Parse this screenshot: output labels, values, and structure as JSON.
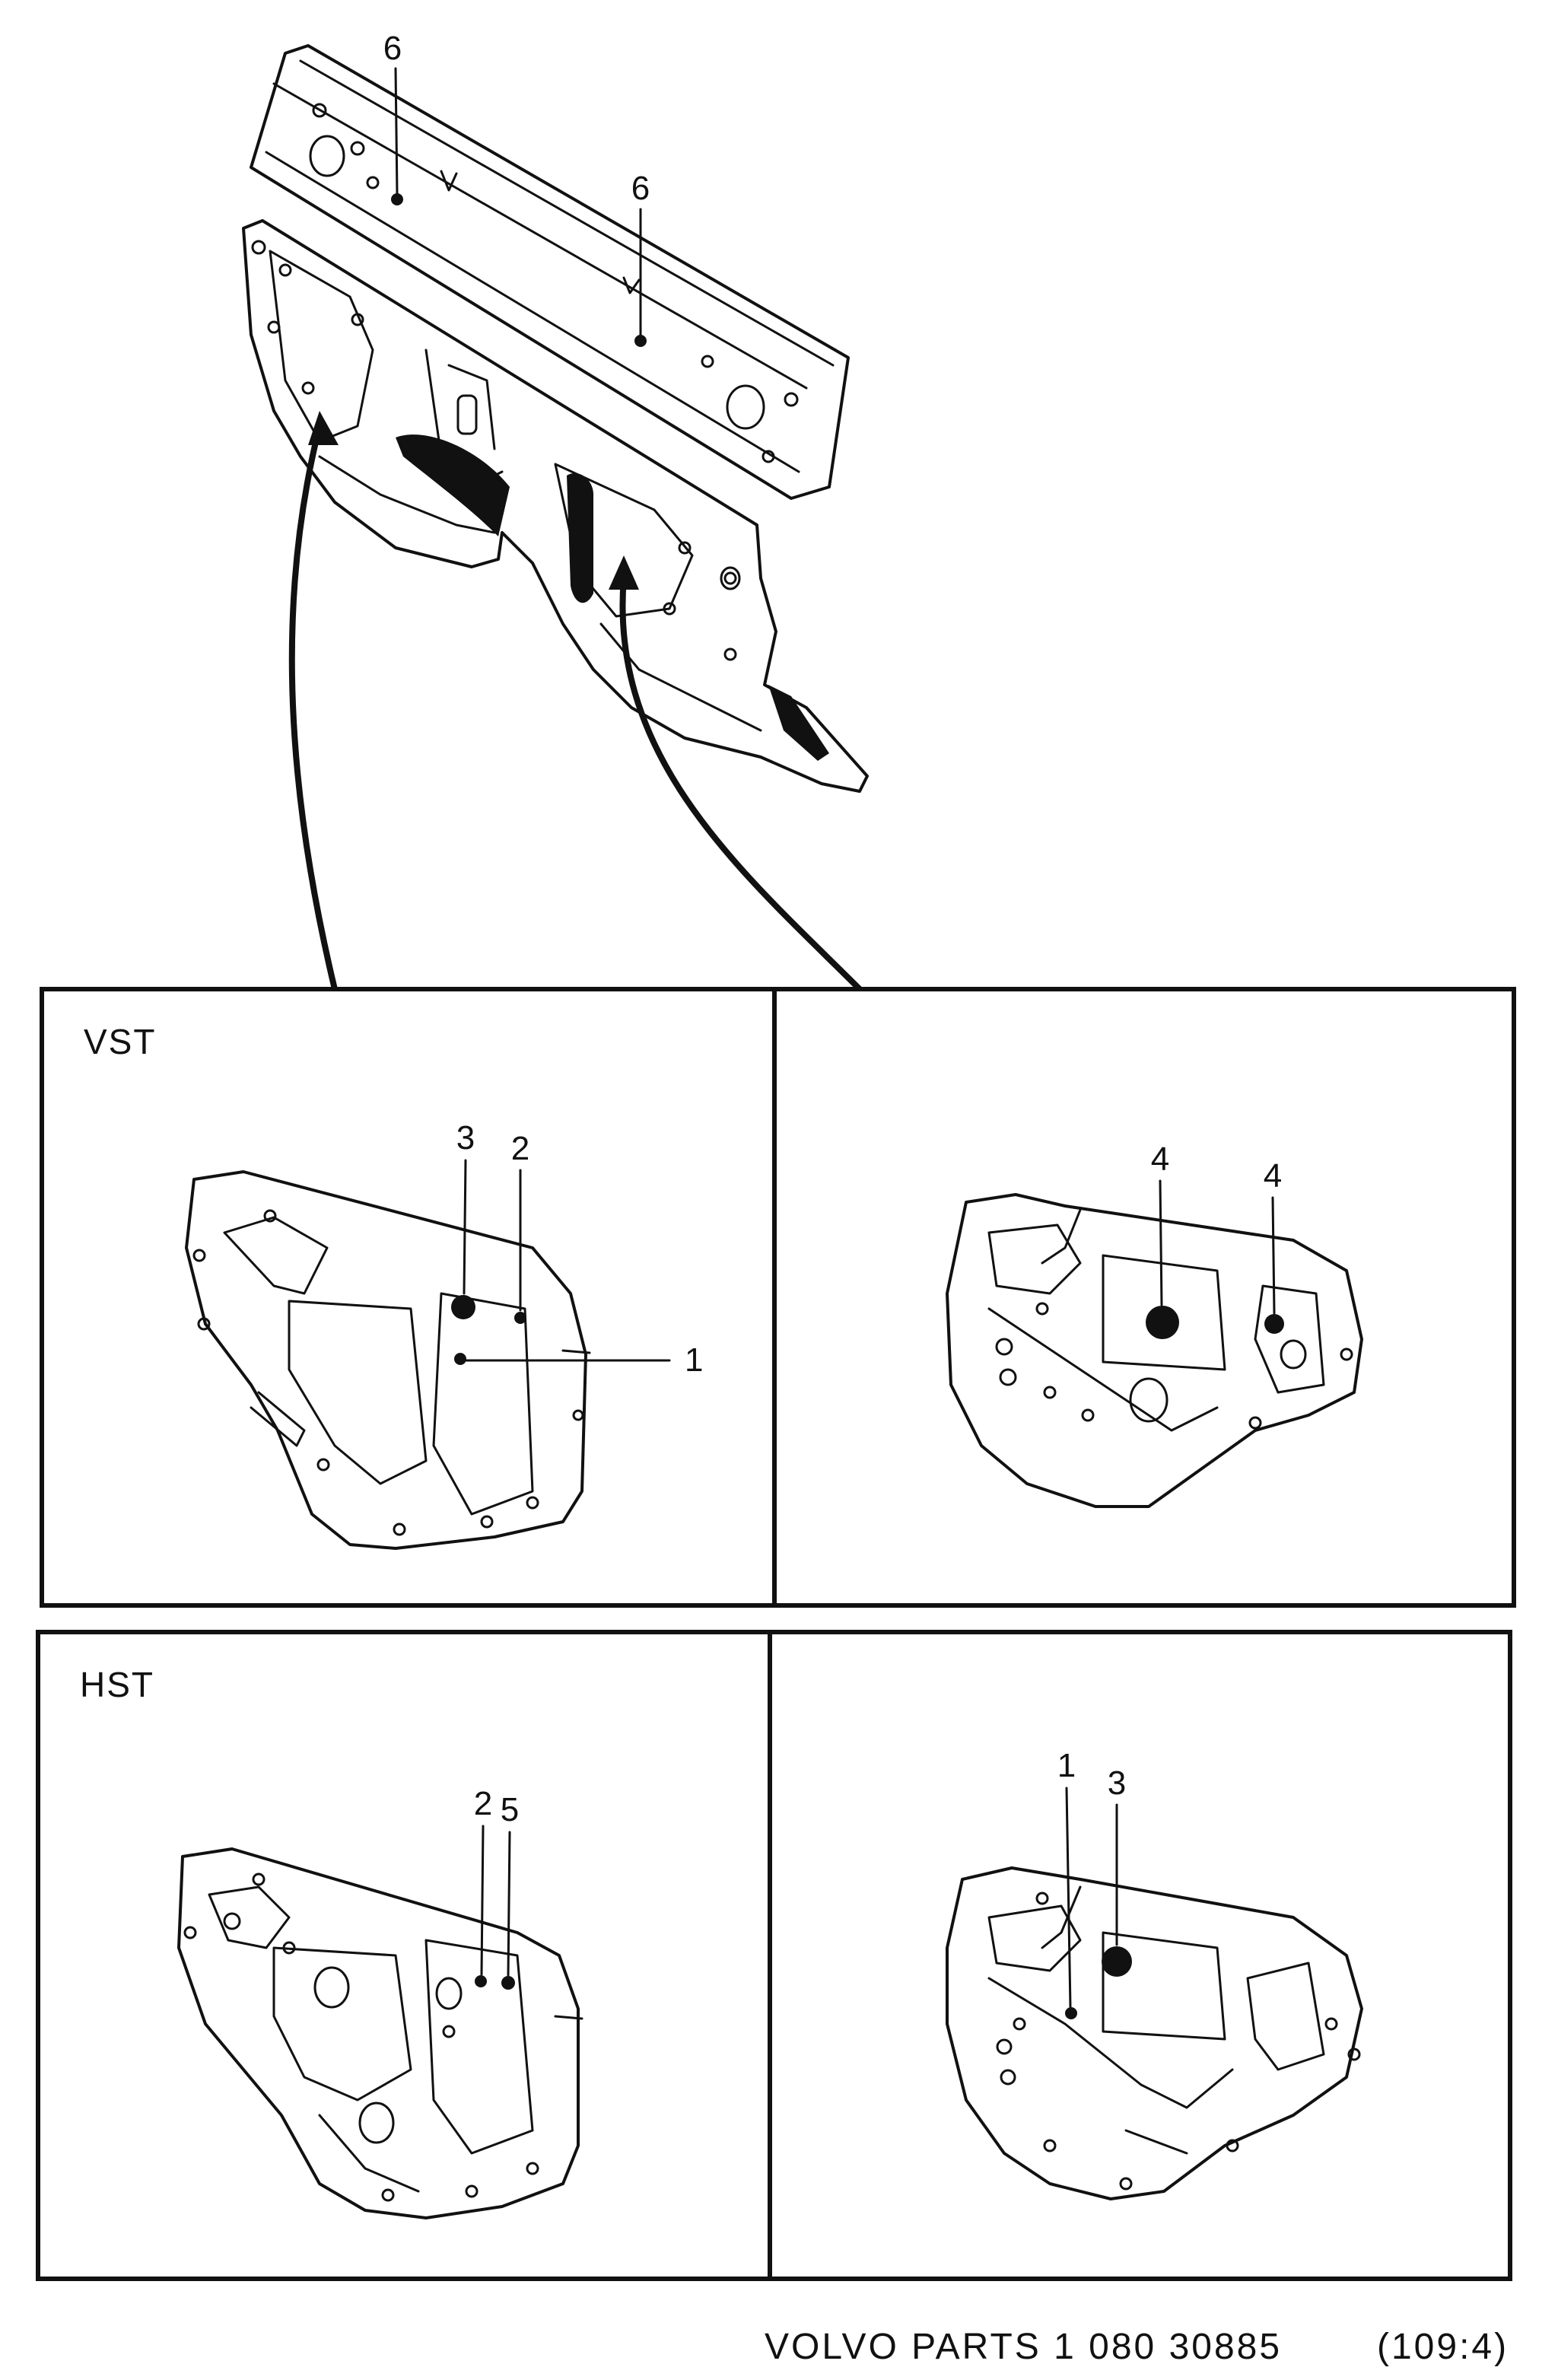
{
  "callouts": {
    "top_left": "6",
    "top_right": "6",
    "vst_left_3": "3",
    "vst_left_2": "2",
    "vst_left_1": "1",
    "vst_right_4a": "4",
    "vst_right_4b": "4",
    "hst_left_2": "2",
    "hst_left_5": "5",
    "hst_right_1": "1",
    "hst_right_3": "3"
  },
  "panels": {
    "vst_label": "VST",
    "hst_label": "HST"
  },
  "footer": {
    "catalog": "VOLVO  PARTS 1 080  30885",
    "page_ref": "(109:4)"
  }
}
